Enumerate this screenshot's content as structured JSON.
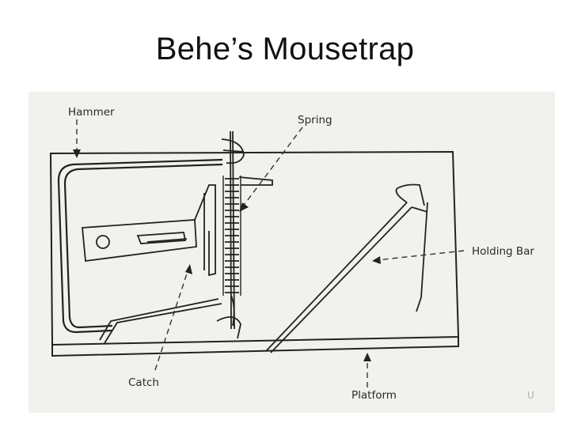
{
  "slide": {
    "title": "Behe’s Mousetrap"
  },
  "diagram": {
    "labels": {
      "hammer": "Hammer",
      "spring": "Spring",
      "holding_bar": "Holding Bar",
      "catch": "Catch",
      "platform": "Platform"
    },
    "corner_mark": "U"
  }
}
